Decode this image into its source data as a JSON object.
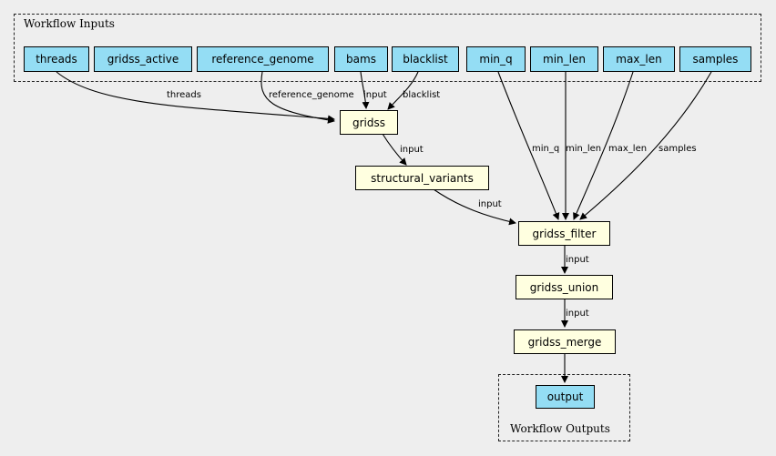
{
  "colors": {
    "input_fill": "#94ddf4",
    "step_fill": "#ffffe0",
    "background": "#eeeeee"
  },
  "clusters": {
    "inputs_label": "Workflow Inputs",
    "outputs_label": "Workflow Outputs"
  },
  "inputs": {
    "threads": "threads",
    "gridss_active": "gridss_active",
    "reference_genome": "reference_genome",
    "bams": "bams",
    "blacklist": "blacklist",
    "min_q": "min_q",
    "min_len": "min_len",
    "max_len": "max_len",
    "samples": "samples"
  },
  "steps": {
    "gridss": "gridss",
    "structural_variants": "structural_variants",
    "gridss_filter": "gridss_filter",
    "gridss_union": "gridss_union",
    "gridss_merge": "gridss_merge"
  },
  "outputs": {
    "output": "output"
  },
  "edge_labels": {
    "threads": "threads",
    "reference_genome": "reference_genome",
    "bams": "input",
    "blacklist": "blacklist",
    "gridss_to_sv": "input",
    "sv_to_filter": "input",
    "min_q": "min_q",
    "min_len": "min_len",
    "max_len": "max_len",
    "samples": "samples",
    "filter_to_union": "input",
    "union_to_merge": "input"
  }
}
